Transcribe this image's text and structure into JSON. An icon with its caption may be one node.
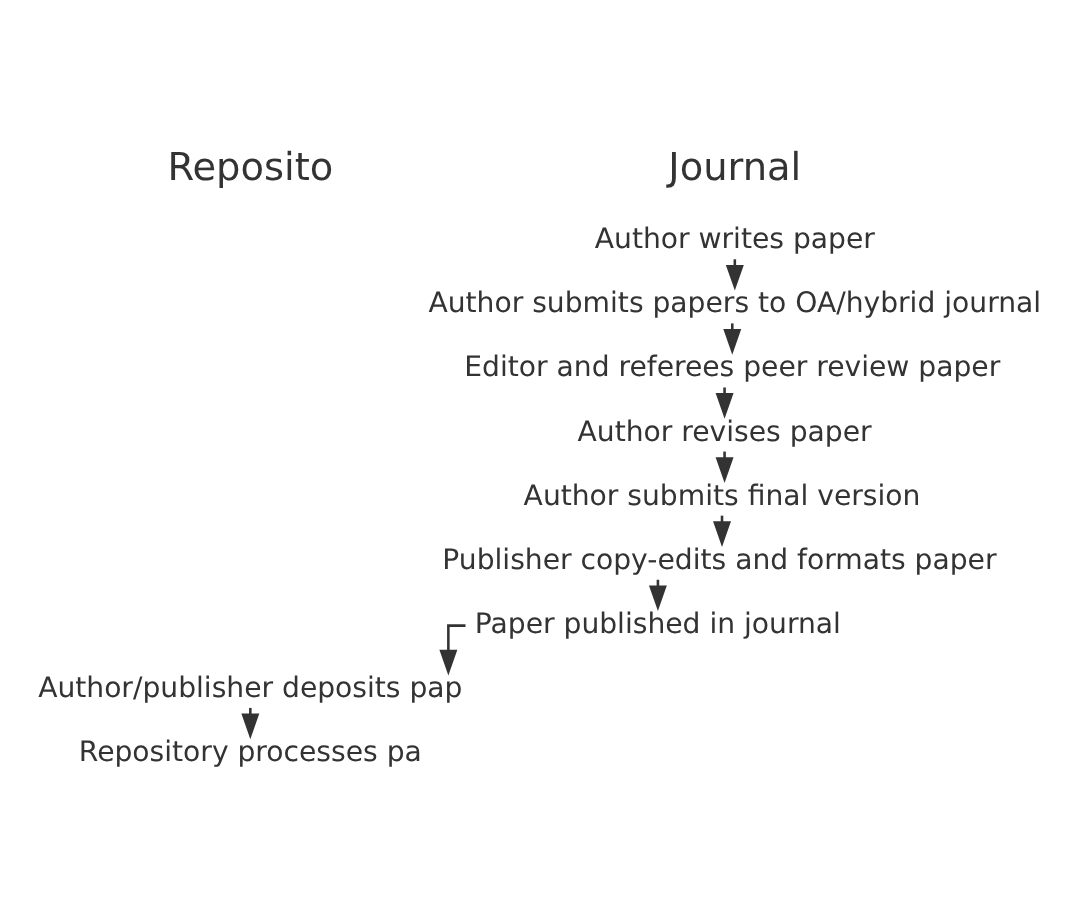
{
  "diagram": {
    "nodes": [
      {
        "text": [
          "Author writes paper"
        ]
      },
      {
        "text": [
          "Author submits papers to OA/hybrid journal"
        ]
      },
      {
        "text": [
          "Editor and referees peer review paper"
        ]
      },
      {
        "text": [
          "Author revises paper"
        ]
      },
      {
        "text": [
          "Author submits final version"
        ]
      },
      {
        "text": [
          "Publisher copy-edits and formats paper"
        ]
      },
      {
        "text": [
          "Paper published in journal"
        ]
      },
      {
        "text": [
          "Author/publisher deposits pap"
        ]
      },
      {
        "text": [
          "Repository processes pa"
        ]
      }
    ],
    "edges": [
      {
        "from": 0,
        "to": 1,
        "arrow": "to"
      },
      {
        "from": 1,
        "to": 2,
        "arrow": "to"
      },
      {
        "from": 2,
        "to": 3,
        "arrow": "to"
      },
      {
        "from": 3,
        "to": 4,
        "arrow": "to"
      },
      {
        "from": 4,
        "to": 5,
        "arrow": "to"
      },
      {
        "from": 5,
        "to": 6,
        "arrow": "to"
      },
      {
        "from": 6,
        "to": 7,
        "arrow": "to"
      },
      {
        "from": 7,
        "to": 8,
        "arrow": "to"
      }
    ],
    "labels": [
      "Journal",
      "Reposito"
    ]
  }
}
